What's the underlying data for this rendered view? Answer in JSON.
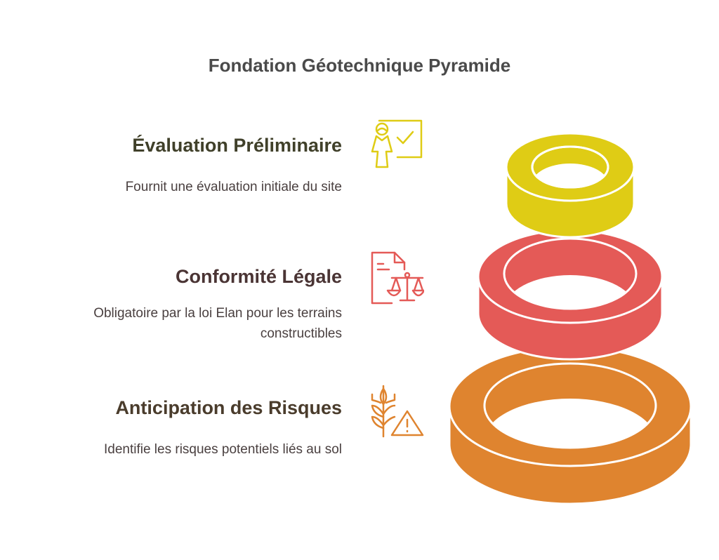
{
  "title": "Fondation Géotechnique Pyramide",
  "colors": {
    "yellow": "#dfcc15",
    "red": "#e45a57",
    "orange": "#df842f"
  },
  "items": [
    {
      "heading": "Évaluation Préliminaire",
      "description": "Fournit une évaluation initiale du site",
      "icon": "presenter-checklist-icon",
      "heading_color": "#40402a"
    },
    {
      "heading": "Conformité Légale",
      "description": "Obligatoire par la loi Elan pour les terrains constructibles",
      "icon": "legal-document-scale-icon",
      "heading_color": "#4a3434"
    },
    {
      "heading": "Anticipation des Risques",
      "description": "Identifie les risques potentiels liés au sol",
      "icon": "wheat-warning-icon",
      "heading_color": "#4a3c2c"
    }
  ]
}
